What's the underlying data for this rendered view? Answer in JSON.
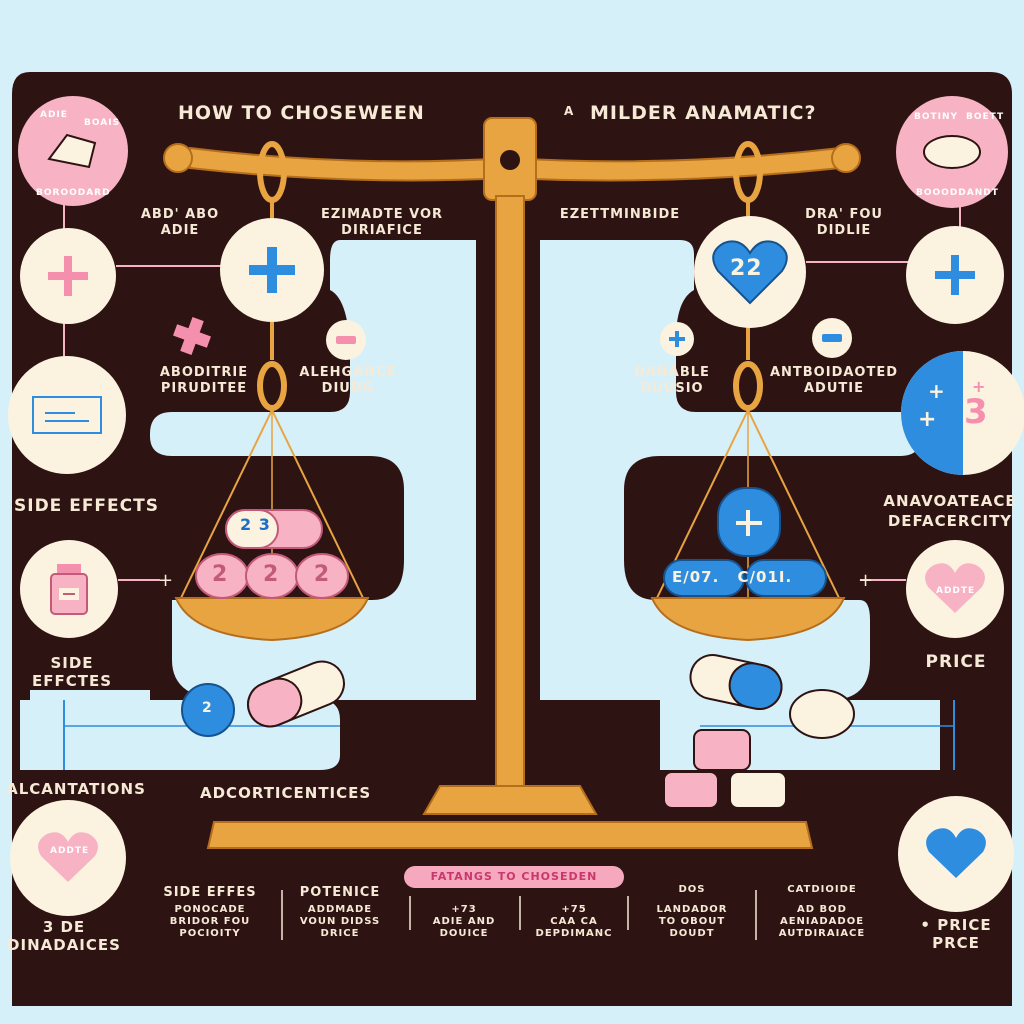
{
  "title": {
    "left": "HOW TO CHOSEWEEN",
    "marker": "A",
    "right": "MILDER  ANAMATIC?"
  },
  "left_panel": {
    "top_badge_lines": [
      "ADIE",
      "BOAIS",
      "BOROODARD"
    ],
    "label_1": [
      "ABD' ABO",
      "ADIE"
    ],
    "label_2": [
      "EZIMADTE VOR",
      "DIRIAFICE"
    ],
    "label_3": [
      "ABODITRIE",
      "PIRUDITEE"
    ],
    "label_4": [
      "ALEHGANCE",
      "DIUDG"
    ],
    "side_effects_1": "SIDE EFFECTS",
    "side_effects_2": [
      "SIDE",
      "EFFCTES"
    ],
    "pan_top_text": "2 3",
    "pan_pills_text": "2 2 2",
    "loose_pill_text": "2"
  },
  "right_panel": {
    "top_badge_lines": [
      "BOTINY",
      "BOETT",
      "BOOODDANDT"
    ],
    "label_1": "EZETTMINBIDE",
    "label_2": [
      "DRA' FOU",
      "DIDLIE"
    ],
    "label_3": [
      "DANABLE",
      "DUUSIO"
    ],
    "label_4": [
      "ANTBOIDAOTED",
      "ADUTIE"
    ],
    "label_5": [
      "ANAVOATEACE",
      "DEFACERCITY"
    ],
    "heart_text": "22",
    "split_circle_text": "3",
    "price": "PRICE",
    "pill_capsules_text": "E/07. C/01I.",
    "heart_badge_text": "ADDTE"
  },
  "bottom": {
    "advantages": "ALCANTATIONS",
    "heart_badge_text": "ADDTE",
    "disadvantages": [
      "3 DE",
      "DINADAICES"
    ],
    "adcorticentices": "ADCORTICENTICES",
    "banner": "FATANGS TO CHOSEDEN",
    "col_1": [
      "SIDE EFFES",
      "PONOCADE",
      "BRIDOR FOU",
      "POCIOITY"
    ],
    "col_2": [
      "POTENICE",
      "ADDMADE",
      "VOUN DIDSS",
      "DRICE"
    ],
    "col_3": [
      "+73",
      "ADIE AND",
      "DOUICE"
    ],
    "col_4": [
      "+75",
      "CAA CA",
      "DEPDIMANC"
    ],
    "col_5": [
      "DOS",
      "LANDADOR",
      "TO OBOUT",
      "DOUDT"
    ],
    "col_6": [
      "CATDIOIDE",
      "AD BOD",
      "AENIADADOE",
      "AUTDIRAIACE"
    ],
    "price_1": "• PRICE",
    "price_2": "PRCE"
  },
  "colors": {
    "dark_bg": "#2e1313",
    "light_bg": "#d6f0fa",
    "cream": "#fbf3df",
    "pink": "#f7b3c3",
    "blue": "#2f8de0",
    "gold": "#e8a441"
  }
}
